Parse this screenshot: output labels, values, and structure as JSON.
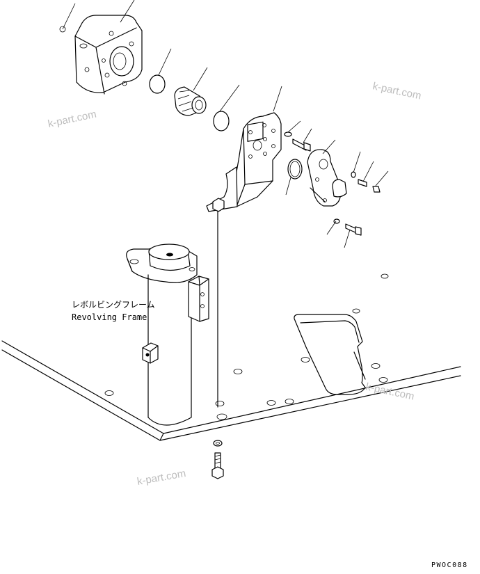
{
  "diagram": {
    "labels": {
      "frame_jp": "レボルビングフレーム",
      "frame_en": "Revolving Frame"
    },
    "watermarks": [
      "k-part.com",
      "k-part.com",
      "k-part.com",
      "k-part.com"
    ],
    "figure_code": "PWOC088"
  }
}
